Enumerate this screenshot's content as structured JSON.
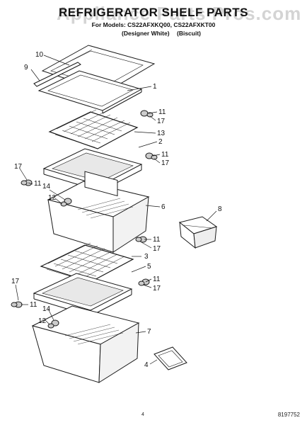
{
  "header": {
    "title": "REFRIGERATOR SHELF PARTS",
    "models_line": "For Models: CS22AFXKQ00, CS22AFXKT00",
    "color_1": "(Designer White)",
    "color_2": "(Biscuit)"
  },
  "watermark": "Appliance Parts Pros.com",
  "callouts": {
    "c10": "10",
    "c9": "9",
    "c1": "1",
    "c11a": "11",
    "c17a": "17",
    "c13": "13",
    "c2": "2",
    "c11b": "11",
    "c17b": "17",
    "c17c": "17",
    "c11c": "11",
    "c14a": "14",
    "c12a": "12",
    "c6": "6",
    "c8": "8",
    "c11d": "11",
    "c17d": "17",
    "c3": "3",
    "c5": "5",
    "c11e": "11",
    "c17e": "17",
    "c17f": "17",
    "c11f": "11",
    "c14b": "14",
    "c12b": "12",
    "c7": "7",
    "c4": "4"
  },
  "footer": {
    "page": "4",
    "doc_number": "8197752"
  },
  "colors": {
    "line": "#1a1a1a",
    "fill": "#ffffff",
    "shade": "#d9d9d9",
    "watermark": "#a0a0a0"
  }
}
